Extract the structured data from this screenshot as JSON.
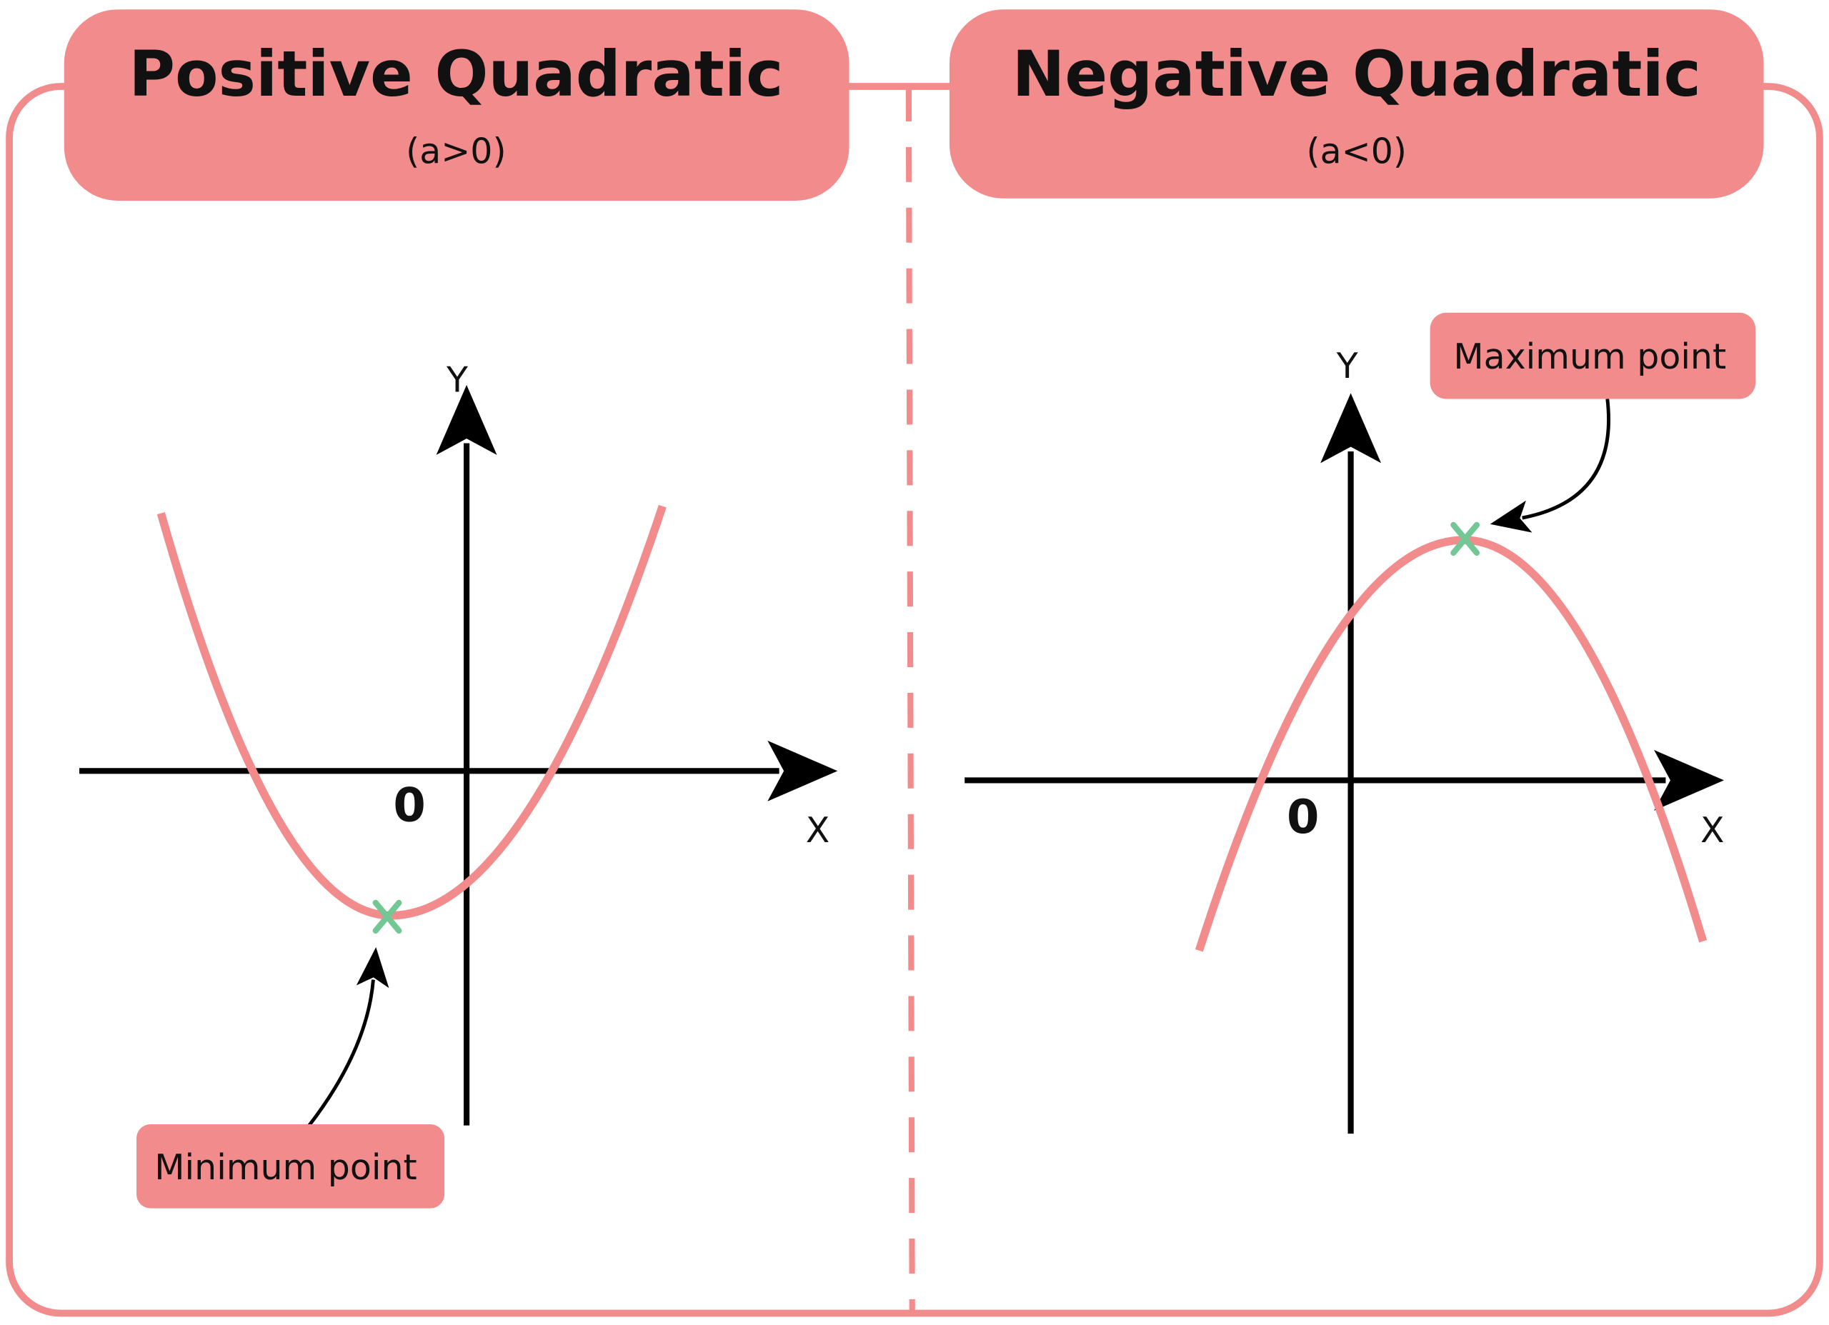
{
  "colors": {
    "accent": "#f28b8b",
    "vertex": "#72c795",
    "axis": "#000000"
  },
  "left": {
    "title": "Positive Quadratic",
    "subtitle": "(a>0)",
    "y_label": "Y",
    "x_label": "X",
    "origin_label": "0",
    "callout": "Minimum point"
  },
  "right": {
    "title": "Negative Quadratic",
    "subtitle": "(a<0)",
    "y_label": "Y",
    "x_label": "X",
    "origin_label": "0",
    "callout": "Maximum point"
  }
}
